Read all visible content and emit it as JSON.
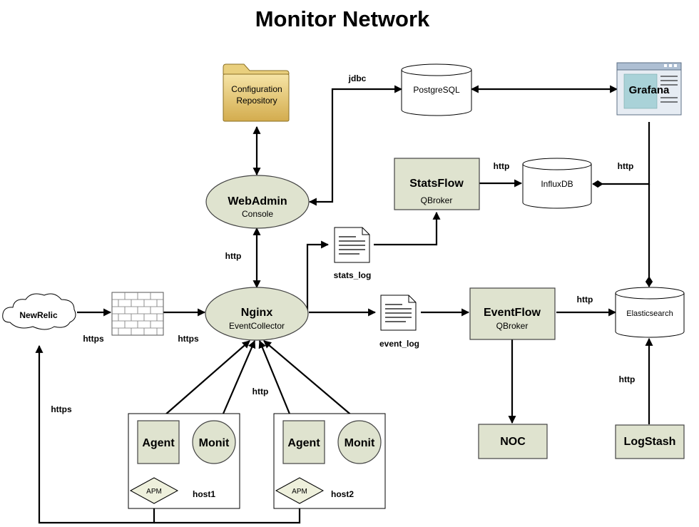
{
  "title": "Monitor Network",
  "nodes": {
    "config_repo": [
      "Configuration",
      "Repository"
    ],
    "postgres": "PostgreSQL",
    "grafana": "Grafana",
    "webadmin": {
      "name": "WebAdmin",
      "sub": "Console"
    },
    "statsflow": {
      "name": "StatsFlow",
      "sub": "QBroker"
    },
    "influxdb": "InfluxDB",
    "nginx": {
      "name": "Nginx",
      "sub": "EventCollector"
    },
    "newrelic": "NewRelic",
    "stats_log": "stats_log",
    "event_log": "event_log",
    "eventflow": {
      "name": "EventFlow",
      "sub": "QBroker"
    },
    "elasticsearch": "Elasticsearch",
    "noc": "NOC",
    "logstash": "LogStash",
    "host1": {
      "label": "host1",
      "agent": "Agent",
      "monit": "Monit",
      "apm": "APM"
    },
    "host2": {
      "label": "host2",
      "agent": "Agent",
      "monit": "Monit",
      "apm": "APM"
    }
  },
  "edges": {
    "jdbc": "jdbc",
    "http_stats_influx": "http",
    "http_grafana_influx": "http",
    "http_webadmin_nginx": "http",
    "https_newrelic_fw": "https",
    "https_fw_nginx": "https",
    "http_hosts_nginx": "http",
    "http_eventflow_es": "http",
    "https_apm_newrelic": "https",
    "http_logstash_es": "http"
  }
}
